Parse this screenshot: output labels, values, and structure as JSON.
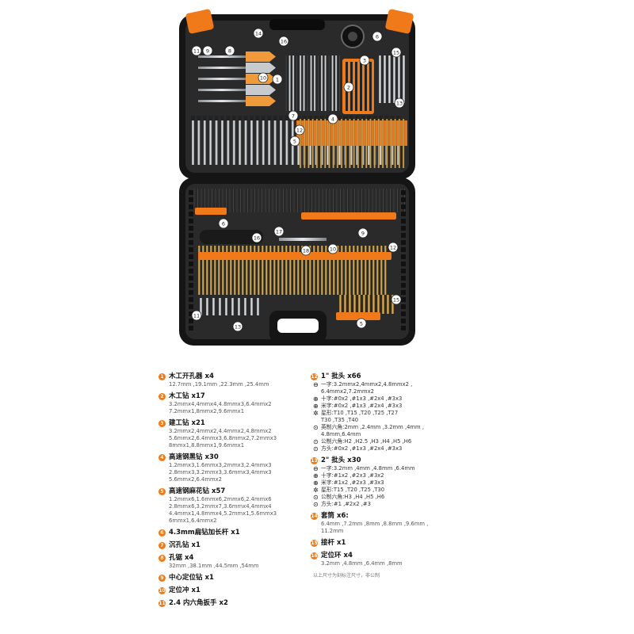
{
  "colors": {
    "accent": "#f07a1a",
    "case": "#1c1c1c",
    "tray": "#2b2b2b",
    "steel": "#b9bcbf"
  },
  "case_callouts": {
    "top": [
      "1",
      "2",
      "3",
      "4",
      "5",
      "6",
      "7",
      "8",
      "9",
      "10",
      "11",
      "12",
      "13",
      "14",
      "15",
      "16"
    ],
    "bottom": [
      "5",
      "6",
      "9",
      "10",
      "11",
      "12",
      "13",
      "15",
      "16",
      "17",
      "18"
    ]
  },
  "legend_left": [
    {
      "num": "1",
      "title": "木工开孔器 x4",
      "detail": "12.7mm ,19.1mm ,22.3mm ,25.4mm"
    },
    {
      "num": "2",
      "title": "木工钻 x17",
      "detail": "3.2mmx4,4mmx4,4.8mmx3,6.4mmx2\n7.2mmx1,8mmx2,9.6mmx1"
    },
    {
      "num": "3",
      "title": "建工钻 x21",
      "detail": "3.2mmx2,4mmx2,4.4mmx2,4.8mmx2\n5.6mmx2,6.4mmx3,6.8mmx2,7.2mmx3\n8mmx1,8.8mmx1,9.6mmx1"
    },
    {
      "num": "4",
      "title": "高速钢黑钻 x30",
      "detail": "1.2mmx3,1.6mmx3,2mmx3,2.4mmx3\n2.8mmx3,3.2mmx3,3.6mmx3,4mmx3\n5.6mmx2,6.4mmx2"
    },
    {
      "num": "5",
      "title": "高速钢麻花钻 x57",
      "detail": "1.2mmx6,1.6mmx6,2mmx6,2.4mmx6\n2.8mmx6,3.2mmx7,3.6mmx4,4mmx4\n4.4mmx1,4.8mmx4,5.2mmx1,5.6mmx3\n6mmx1,6.4mmx2"
    },
    {
      "num": "6",
      "title": "4.3mm扁钻加长杆 x1",
      "detail": ""
    },
    {
      "num": "7",
      "title": "沉孔钻 x1",
      "detail": ""
    },
    {
      "num": "8",
      "title": "孔锯 x4",
      "detail": "32mm ,38.1mm ,44.5mm ,54mm"
    },
    {
      "num": "9",
      "title": "中心定位钻 x1",
      "detail": ""
    },
    {
      "num": "10",
      "title": "定位冲 x1",
      "detail": ""
    },
    {
      "num": "11",
      "title": "2.4 内六角扳手 x2",
      "detail": ""
    }
  ],
  "legend_right": {
    "section12": {
      "num": "12",
      "title": "1\" 批头 x66",
      "lines": [
        {
          "sym": "⊖",
          "text": "一字:3.2mmx2,4mmx2,4.8mmx2 ,\n6.4mmx2,7.2mmx2"
        },
        {
          "sym": "⊕",
          "text": "十字:#0x2 ,#1x3 ,#2x4 ,#3x3"
        },
        {
          "sym": "⊕",
          "text": "米字:#0x2 ,#1x3 ,#2x4 ,#3x3"
        },
        {
          "sym": "✲",
          "text": "星形:T10 ,T15 ,T20 ,T25 ,T27\nT30 ,T35 ,T40"
        },
        {
          "sym": "⊙",
          "text": "英制六角:2mm ,2.4mm ,3.2mm ,4mm ,\n4.8mm,6.4mm"
        },
        {
          "sym": "⊙",
          "text": "公制六角:H2 ,H2.5 ,H3 ,H4 ,H5 ,H6"
        },
        {
          "sym": "⊙",
          "text": "方头:#0x2 ,#1x3 ,#2x4 ,#3x3"
        }
      ]
    },
    "section13": {
      "num": "13",
      "title": "2\" 批头 x30",
      "lines": [
        {
          "sym": "⊖",
          "text": "一字:3.2mm ,4mm ,4.8mm ,6.4mm"
        },
        {
          "sym": "⊕",
          "text": "十字:#1x2 ,#2x3 ,#3x2"
        },
        {
          "sym": "⊕",
          "text": "米字:#1x2 ,#2x3 ,#3x3"
        },
        {
          "sym": "✲",
          "text": "星形:T15 ,T20 ,T25 ,T30"
        },
        {
          "sym": "⊙",
          "text": "公制六角:H3 ,H4 ,H5 ,H6"
        },
        {
          "sym": "⊙",
          "text": "方头:#1 ,#2x2 ,#3"
        }
      ]
    },
    "section14": {
      "num": "14",
      "title": "套筒 x6:",
      "detail": "6.4mm ,7.2mm ,8mm ,8.8mm ,9.6mm ,\n11.2mm"
    },
    "section15": {
      "num": "15",
      "title": "接杆 x1",
      "detail": ""
    },
    "section16": {
      "num": "16",
      "title": "定位环 x4",
      "detail": "3.2mm ,4.8mm ,6.4mm ,8mm"
    },
    "footnote": "以上尺寸为刻标注尺寸，非公制"
  }
}
